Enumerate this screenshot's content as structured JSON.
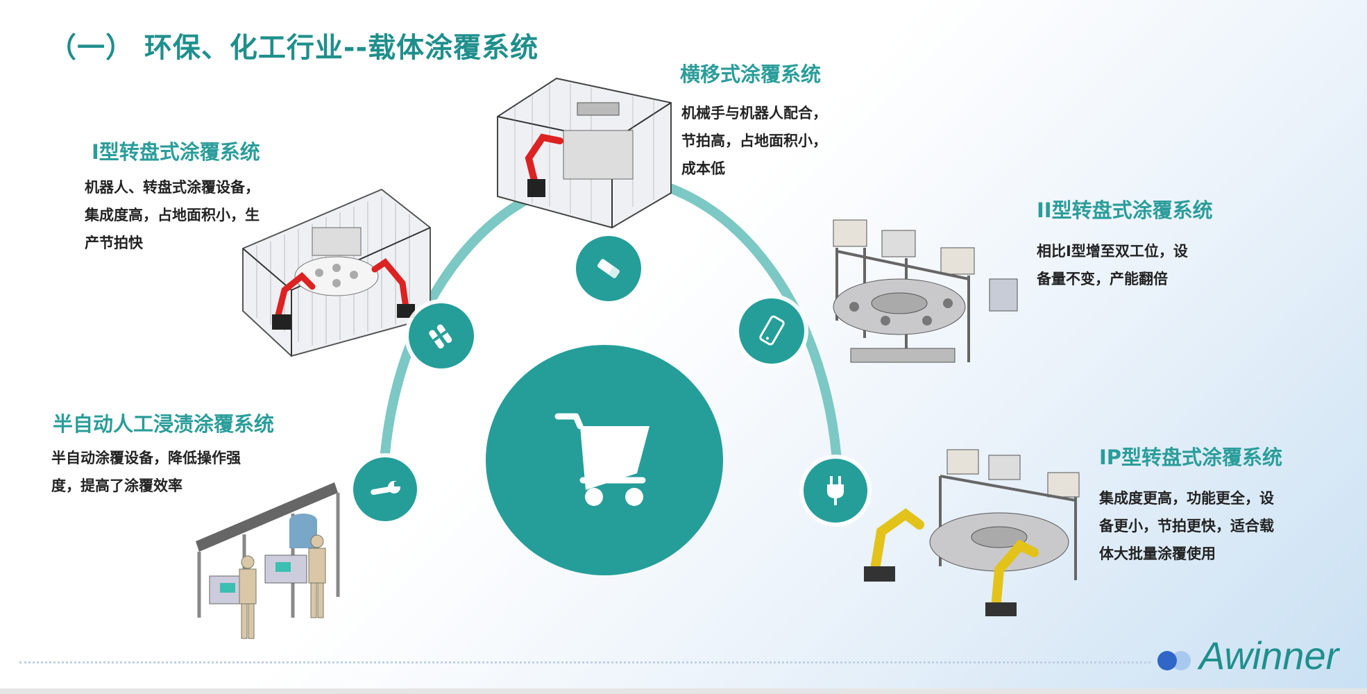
{
  "slide": {
    "title": "（一） 环保、化工行业--载体涂覆系统"
  },
  "sections": {
    "type1": {
      "title": "I型转盘式涂覆系统",
      "desc_lines": [
        "机器人、转盘式涂覆设备，",
        "集成度高，占地面积小，生",
        "产节拍快"
      ]
    },
    "traverse": {
      "title": "横移式涂覆系统",
      "desc_lines": [
        "机械手与机器人配合，",
        "节拍高，占地面积小，",
        "成本低"
      ]
    },
    "type2": {
      "title": "II型转盘式涂覆系统",
      "desc_lines": [
        "相比I型增至双工位，设",
        "备量不变，产能翻倍"
      ]
    },
    "semi": {
      "title": "半自动人工浸渍涂覆系统",
      "desc_lines": [
        "半自动涂覆设备，降低操作强",
        "度，提高了涂覆效率"
      ]
    },
    "ip": {
      "title": "IP型转盘式涂覆系统",
      "desc_lines": [
        "集成度更高，功能更全，设",
        "备更小，节拍更快，适合载",
        "体大批量涂覆使用"
      ]
    }
  },
  "icons": {
    "center": "shopping-cart-icon",
    "nodes": [
      "wrench-icon",
      "toothbrush-icon",
      "eraser-icon",
      "phone-icon",
      "plug-icon"
    ]
  },
  "colors": {
    "accent": "#259e9a",
    "arc": "#7cc8c4",
    "title": "#1f8f8c",
    "logo_dot_dark": "#2f66c7",
    "logo_dot_light": "#a9c8ef"
  },
  "footer": {
    "logo_text": "Awinner"
  }
}
